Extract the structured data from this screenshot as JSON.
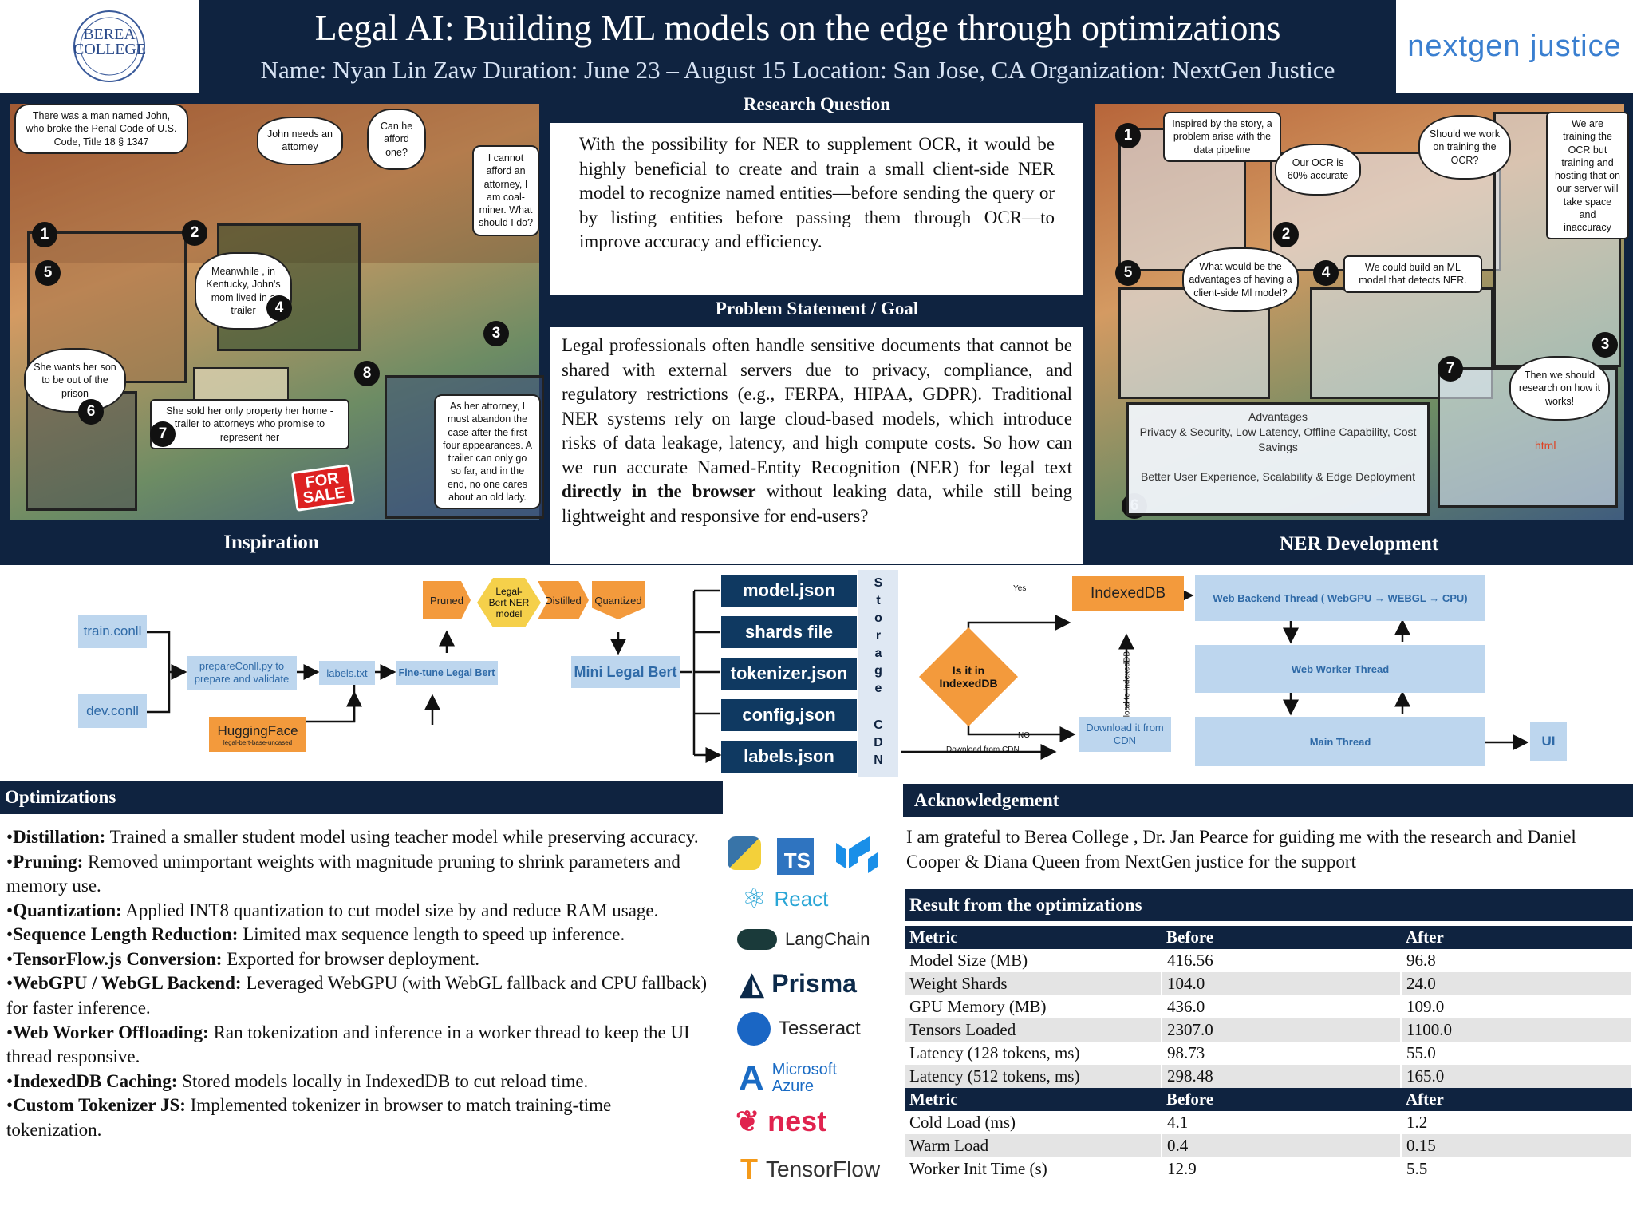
{
  "header": {
    "title": "Legal AI: Building ML models on the edge through optimizations",
    "subtitle": "Name: Nyan Lin Zaw  Duration: June 23 –  August 15  Location: San Jose, CA  Organization: NextGen Justice",
    "left_logo": "BEREA COLLEGE",
    "right_logo": "nextgen justice"
  },
  "inspiration": {
    "label": "Inspiration",
    "bubbles": [
      "There was a man named John, who broke the Penal Code of U.S. Code, Title 18 § 1347",
      "John needs an attorney",
      "Can he afford one?",
      "I cannot afford an attorney, I am coal-miner. What should I do?",
      "Meanwhile , in Kentucky, John's mom lived in a trailer",
      "She wants her son to be out of the prison",
      "She sold her only property her home - trailer to attorneys who promise to represent her",
      "As her attorney, I must abandon the case after the first four appearances. A trailer can only go so far, and in the end, no one cares about an old lady."
    ],
    "badges": [
      "1",
      "2",
      "3",
      "4",
      "5",
      "6",
      "7",
      "8"
    ],
    "sign": "FOR SALE"
  },
  "research": {
    "title": "Research Question",
    "text": "With the possibility for NER to supplement OCR, it would be highly beneficial to create and train a small client-side NER model to recognize named entities—before sending the query or by listing entities before passing them through OCR—to improve accuracy and efficiency."
  },
  "problem": {
    "title": "Problem Statement / Goal",
    "text_a": "Legal professionals often handle sensitive documents that cannot be shared with external servers due to privacy, compliance, and regulatory restrictions (e.g., FERPA, HIPAA, GDPR). Traditional NER systems rely on large cloud-based models, which introduce risks of data leakage, latency, and high compute costs. So how can we run accurate Named-Entity Recognition (NER) for legal text ",
    "text_bold": "directly in the browser",
    "text_b": " without leaking data, while still being lightweight and responsive for end-users?"
  },
  "ner": {
    "label": "NER Development",
    "bubbles": [
      "Inspired by the story, a problem arise with the data pipeline",
      "Our OCR is 60% accurate",
      "Should we work on training the OCR?",
      "We are training the OCR but training and hosting that on our server will take space and inaccuracy",
      "What would be the advantages of having a client-side Ml model?",
      "We could build an ML model that detects NER.",
      "Then we should research on how it works!"
    ],
    "badges": [
      "1",
      "2",
      "3",
      "4",
      "5",
      "6",
      "7"
    ],
    "advantages_title": "Advantages",
    "advantages_1": "Privacy & Security, Low Latency, Offline Capability, Cost Savings",
    "advantages_2": "Better User Experience, Scalability & Edge Deployment",
    "code_tag": "html"
  },
  "pipeline": {
    "train": "train.conll",
    "dev": "dev.conll",
    "prepare": "prepareConll.py to prepare and validate",
    "labels_txt": "labels.txt",
    "finetune": "Fine-tune Legal Bert",
    "huggingface": "HuggingFace",
    "huggingface_sub": "legal-bert-base-uncased",
    "pruned": "Pruned",
    "legal_bert": "Legal-Bert NER model",
    "distilled": "Distilled",
    "quantized": "Quantized",
    "mini": "Mini Legal Bert",
    "files": [
      "model.json",
      "shards file",
      "tokenizer.json",
      "config.json",
      "labels.json"
    ],
    "storage_letters": [
      "S",
      "t",
      "o",
      "r",
      "a",
      "g",
      "e"
    ],
    "cdn_letters": [
      "C",
      "D",
      "N"
    ],
    "decision": "Is it in IndexedDB",
    "yes": "Yes",
    "no": "NO",
    "download_from_cdn": "Download from CDN",
    "indexeddb": "IndexedDB",
    "upload": "Upload to IndexedDB",
    "download_it": "Download it from CDN",
    "backend_thread": "Web Backend Thread ( WebGPU → WEBGL → CPU)",
    "worker_thread": "Web Worker Thread",
    "main_thread": "Main Thread",
    "ui": "UI"
  },
  "optimizations": {
    "title": "Optimizations",
    "items": [
      {
        "term": "Distillation:",
        "desc": " Trained a smaller student model using teacher model while preserving accuracy."
      },
      {
        "term": "Pruning:",
        "desc": " Removed unimportant weights with magnitude pruning to shrink parameters and memory use."
      },
      {
        "term": "Quantization:",
        "desc": " Applied INT8 quantization to cut model size by and reduce RAM usage."
      },
      {
        "term": "Sequence Length Reduction:",
        "desc": " Limited max sequence length to speed up inference."
      },
      {
        "term": "TensorFlow.js Conversion:",
        "desc": " Exported for browser deployment."
      },
      {
        "term": "WebGPU / WebGL Backend:",
        "desc": " Leveraged WebGPU (with WebGL fallback and CPU fallback) for faster inference."
      },
      {
        "term": "Web Worker Offloading:",
        "desc": " Ran tokenization and inference in a worker thread to keep the UI thread responsive."
      },
      {
        "term": "IndexedDB Caching:",
        "desc": " Stored models locally in IndexedDB to cut reload time."
      },
      {
        "term": "Custom Tokenizer JS:",
        "desc": " Implemented tokenizer in browser to match training-time tokenization."
      }
    ]
  },
  "tech": {
    "ts": "TS",
    "react": "React",
    "langchain": "LangChain",
    "prisma": "Prisma",
    "tesseract": "Tesseract",
    "azure_1": "Microsoft",
    "azure_2": "Azure",
    "nest": "nest",
    "tensorflow": "TensorFlow"
  },
  "acknowledgement": {
    "title": "Acknowledgement",
    "text": "I am grateful to Berea College , Dr. Jan Pearce for guiding me with the research  and Daniel Cooper & Diana Queen from NextGen justice for the support"
  },
  "results": {
    "title": "Result from the optimizations",
    "headers": [
      "Metric",
      "Before",
      "After"
    ],
    "rows1": [
      [
        "Model Size (MB)",
        "416.56",
        "96.8"
      ],
      [
        "Weight Shards",
        "104.0",
        "24.0"
      ],
      [
        "GPU Memory (MB)",
        "436.0",
        "109.0"
      ],
      [
        "Tensors Loaded",
        "2307.0",
        "1100.0"
      ],
      [
        "Latency (128 tokens, ms)",
        "98.73",
        "55.0"
      ],
      [
        "Latency (512 tokens, ms)",
        "298.48",
        "165.0"
      ]
    ],
    "rows2": [
      [
        "Cold Load (ms)",
        "4.1",
        "1.2"
      ],
      [
        "Warm Load",
        "0.4",
        "0.15"
      ],
      [
        "Worker Init Time (s)",
        "12.9",
        "5.5"
      ]
    ]
  }
}
